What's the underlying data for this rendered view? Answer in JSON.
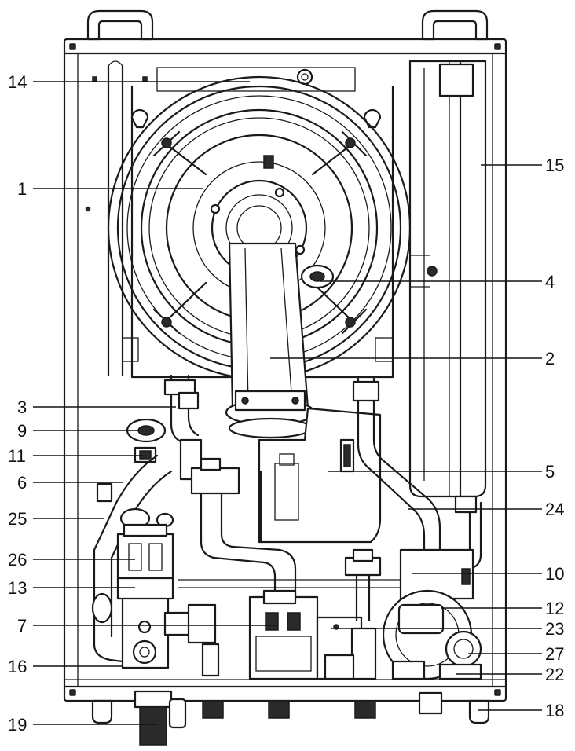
{
  "callouts": [
    {
      "id": "14",
      "label": "14"
    },
    {
      "id": "1",
      "label": "1"
    },
    {
      "id": "15",
      "label": "15"
    },
    {
      "id": "4",
      "label": "4"
    },
    {
      "id": "2",
      "label": "2"
    },
    {
      "id": "3",
      "label": "3"
    },
    {
      "id": "9",
      "label": "9"
    },
    {
      "id": "11",
      "label": "11"
    },
    {
      "id": "5",
      "label": "5"
    },
    {
      "id": "6",
      "label": "6"
    },
    {
      "id": "25",
      "label": "25"
    },
    {
      "id": "24",
      "label": "24"
    },
    {
      "id": "26",
      "label": "26"
    },
    {
      "id": "10",
      "label": "10"
    },
    {
      "id": "13",
      "label": "13"
    },
    {
      "id": "12",
      "label": "12"
    },
    {
      "id": "7",
      "label": "7"
    },
    {
      "id": "23",
      "label": "23"
    },
    {
      "id": "27",
      "label": "27"
    },
    {
      "id": "16",
      "label": "16"
    },
    {
      "id": "22",
      "label": "22"
    },
    {
      "id": "18",
      "label": "18"
    },
    {
      "id": "19",
      "label": "19"
    }
  ]
}
